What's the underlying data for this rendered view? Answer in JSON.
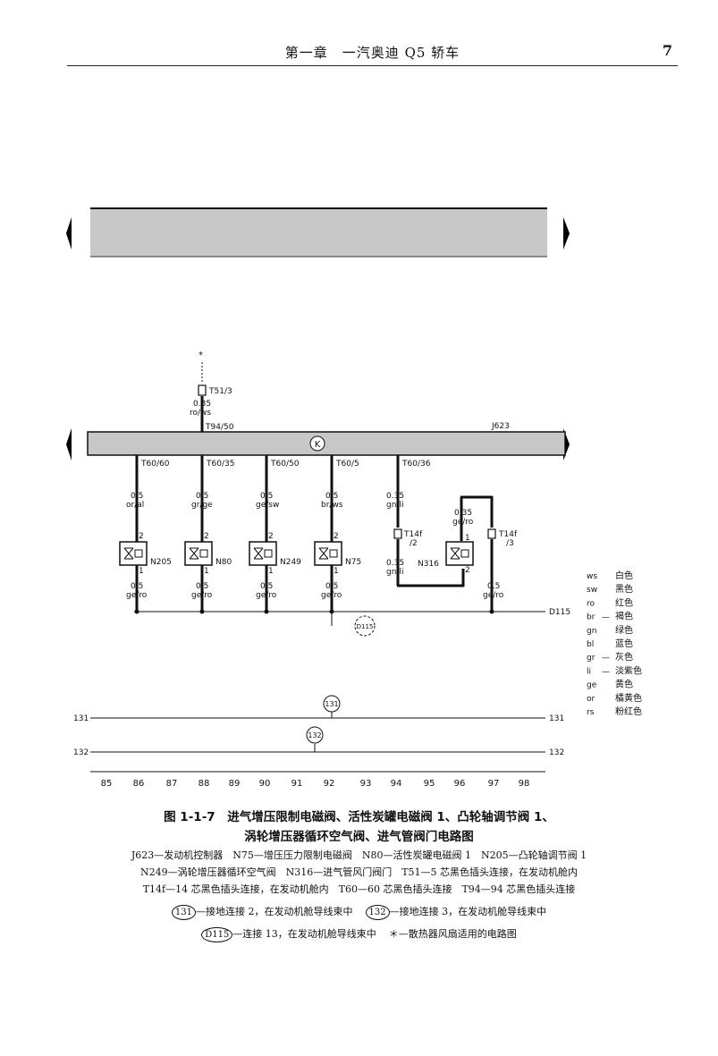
{
  "header": {
    "title": "第一章　一汽奥迪 Q5 轿车",
    "page": "7"
  },
  "top_bar": {
    "connectors": [
      "T51/3",
      "T94/50"
    ],
    "wire": [
      "0.35",
      "ro/ws"
    ],
    "asterisk": "*"
  },
  "module": {
    "name": "J623",
    "symbol": "K"
  },
  "components": [
    {
      "pin": "T60/60",
      "gauge": "0.5",
      "color": "or/al",
      "id": "N205",
      "p2": "2",
      "p1": "1",
      "out_gauge": "0.5",
      "out_color": "ge/ro"
    },
    {
      "pin": "T60/35",
      "gauge": "0.5",
      "color": "gr/ge",
      "id": "N80",
      "p2": "2",
      "p1": "1",
      "out_gauge": "0.5",
      "out_color": "ge/ro"
    },
    {
      "pin": "T60/50",
      "gauge": "0.5",
      "color": "ge/sw",
      "id": "N249",
      "p2": "2",
      "p1": "1",
      "out_gauge": "0.5",
      "out_color": "ge/ro"
    },
    {
      "pin": "T60/5",
      "gauge": "0.5",
      "color": "br/ws",
      "id": "N75",
      "p2": "2",
      "p1": "1",
      "out_gauge": "0.5",
      "out_color": "ge/ro"
    }
  ],
  "n316": {
    "pin": "T60/36",
    "gauge": "0.35",
    "color": "gn/li",
    "conn_a": "T14f",
    "conn_a_pin": "/2",
    "gauge2": "0.35",
    "color2": "gn/li",
    "id": "N316",
    "top_gauge": "0.35",
    "top_color": "ge/ro",
    "p1": "1",
    "p2": "2",
    "conn_b": "T14f",
    "conn_b_pin": "/3",
    "out_gauge": "0.5",
    "out_color": "ge/ro"
  },
  "ground_bus": {
    "label": "D115",
    "symbol": "D115"
  },
  "buses": [
    {
      "label_left": "131",
      "label_right": "131",
      "symbol": "131"
    },
    {
      "label_left": "132",
      "label_right": "132",
      "symbol": "132"
    }
  ],
  "scale": [
    "85",
    "86",
    "87",
    "88",
    "89",
    "90",
    "91",
    "92",
    "93",
    "94",
    "95",
    "96",
    "97",
    "98"
  ],
  "legend": [
    {
      "code": "ws",
      "sep": "",
      "name": "白色"
    },
    {
      "code": "sw",
      "sep": "",
      "name": "黑色"
    },
    {
      "code": "ro",
      "sep": "",
      "name": "红色"
    },
    {
      "code": "br",
      "sep": "—",
      "name": "褐色"
    },
    {
      "code": "gn",
      "sep": "",
      "name": "绿色"
    },
    {
      "code": "bl",
      "sep": "",
      "name": "蓝色"
    },
    {
      "code": "gr",
      "sep": "—",
      "name": "灰色"
    },
    {
      "code": "li",
      "sep": "—",
      "name": "淡紫色"
    },
    {
      "code": "ge",
      "sep": "",
      "name": "黄色"
    },
    {
      "code": "or",
      "sep": "",
      "name": "橘黄色"
    },
    {
      "code": "rs",
      "sep": "",
      "name": "粉红色"
    }
  ],
  "caption": {
    "title1": "图 1-1-7　进气增压限制电磁阀、活性炭罐电磁阀 1、凸轮轴调节阀 1、",
    "title2": "涡轮增压器循环空气阀、进气管阀门电路图",
    "line1": "J623—发动机控制器　N75—增压压力限制电磁阀　N80—活性炭罐电磁阀 1　N205—凸轮轴调节阀 1",
    "line2": "N249—涡轮增压器循环空气阀　N316—进气管风门阀门　T51—5 芯黑色插头连接，在发动机舱内",
    "line3": "T14f—14 芯黑色插头连接，在发动机舱内　T60—60 芯黑色插头连接　T94—94 芯黑色插头连接",
    "sym131": "131",
    "text131": "—接地连接 2，在发动机舱导线束中",
    "sym132": "132",
    "text132": "—接地连接 3，在发动机舱导线束中",
    "symD115": "D115",
    "textD115": "—连接 13，在发动机舱导线束中",
    "text_star": "＊—散热器风扇适用的电路图"
  }
}
